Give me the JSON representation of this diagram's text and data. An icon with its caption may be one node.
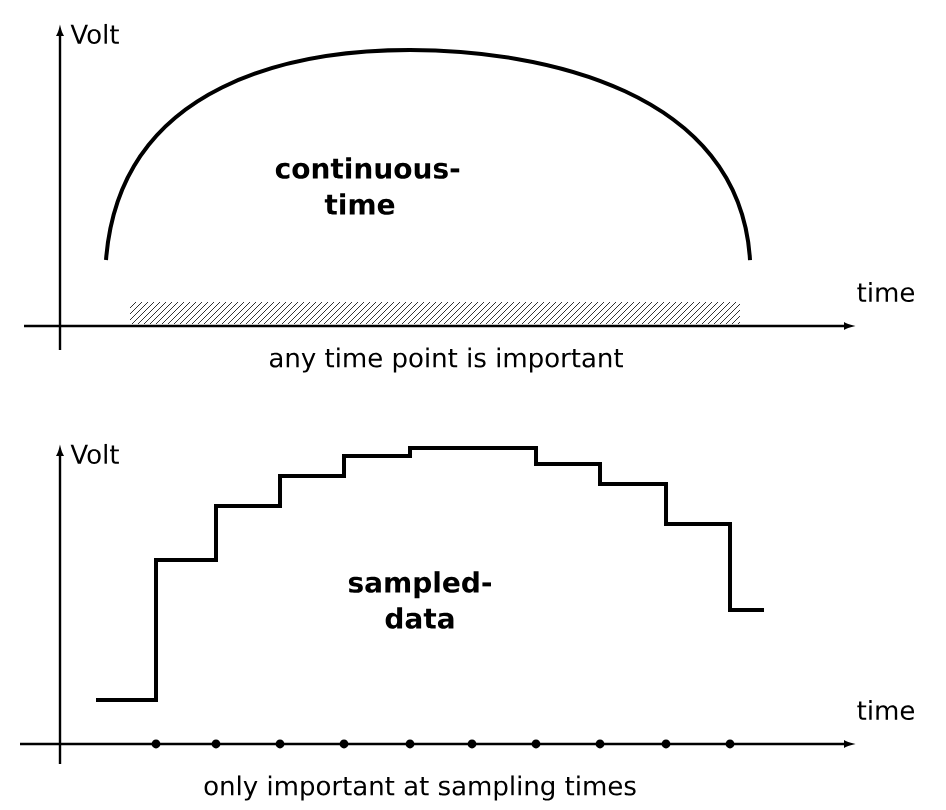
{
  "diagram": {
    "labels": [
      "Volt",
      "continuous-time",
      "time",
      "any time point is important",
      "Volt",
      "sampled-data",
      "time",
      "only important at sampling times"
    ]
  }
}
